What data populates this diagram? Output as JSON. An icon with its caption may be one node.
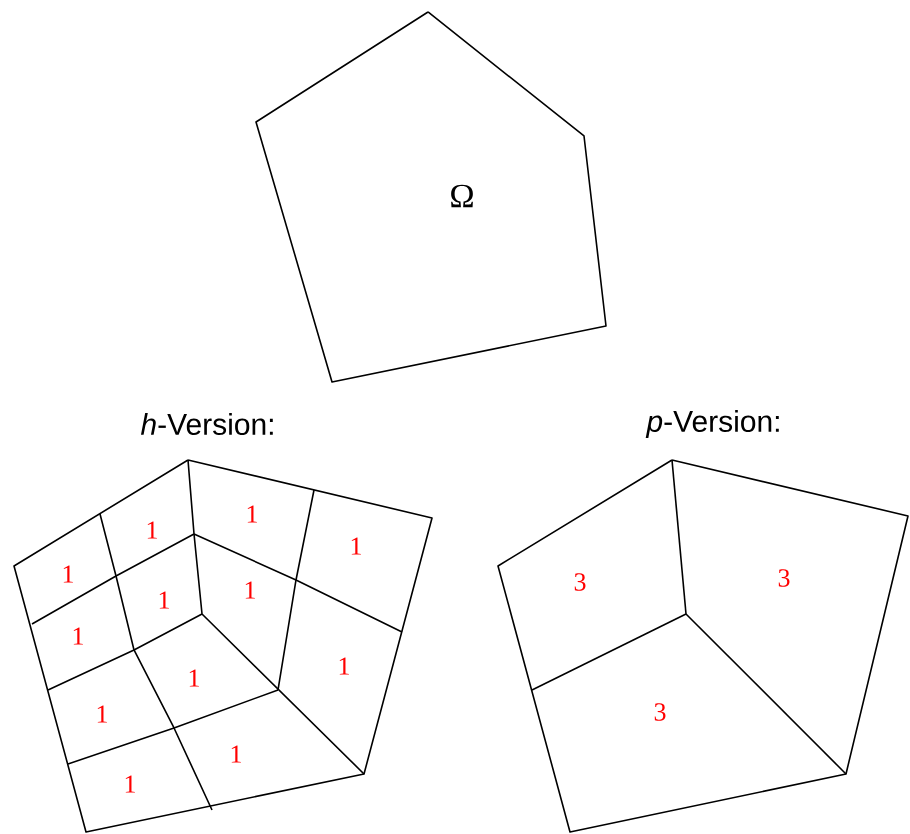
{
  "diagram": {
    "nodes": [
      {
        "text": [
          "Ω"
        ]
      },
      {
        "text": [
          "*h*-Version:"
        ]
      },
      {
        "text": [
          "*p*-Version:"
        ]
      }
    ],
    "labels": [
      "1",
      "1",
      "1",
      "1",
      "1",
      "1",
      "1",
      "1",
      "1",
      "1",
      "1",
      "1",
      "3",
      "3",
      "3"
    ]
  }
}
